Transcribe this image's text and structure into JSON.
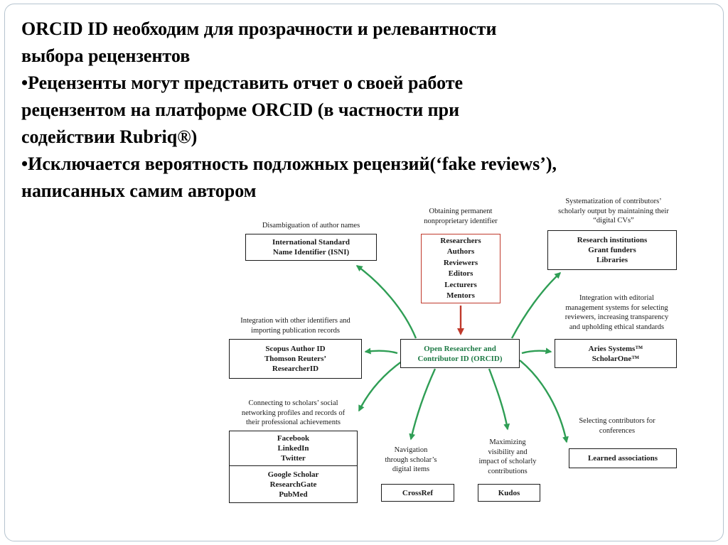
{
  "slide": {
    "title_text": "ORCID ID необходим для прозрачности и релевантности\nвыбора рецензентов\n•Рецензенты могут представить отчет о своей работе\nрецензентом на платформе ORCID (в частности при\nсодействии Rubriq®)\n•Исключается вероятность подложных рецензий(‘fake reviews’),\nнаписанных самим автором"
  },
  "diagram": {
    "center": {
      "text": "Open Researcher and\nContributor ID (ORCID)"
    },
    "isni": {
      "caption": "Disambiguation of author names",
      "text": "International Standard\nName Identifier (ISNI)"
    },
    "stakeholders": {
      "caption": "Obtaining permanent\nnonproprietary identifier",
      "text": "Researchers\nAuthors\nReviewers\nEditors\nLecturers\nMentors"
    },
    "institutions": {
      "caption": "Systematization of contributors’\nscholarly output by maintaining their\n“digital CVs”",
      "text": "Research institutions\nGrant funders\nLibraries"
    },
    "identifiers": {
      "caption": "Integration with other identifiers and\nimporting publication records",
      "text": "Scopus Author ID\nThomson Reuters’\nResearcherID"
    },
    "aries": {
      "caption": "Integration with  editorial\nmanagement systems for selecting\nreviewers, increasing transparency\nand upholding ethical standards",
      "text": "Aries Systems™\nScholarOne™"
    },
    "social": {
      "caption": "Connecting to scholars’ social\nnetworking profiles and records of\ntheir professional achievements",
      "text_top": "Facebook\nLinkedIn\nTwitter",
      "text_bottom": "Google Scholar\nResearchGate\nPubMed"
    },
    "crossref": {
      "caption": "Navigation\nthrough scholar’s\ndigital items",
      "text": "CrossRef"
    },
    "kudos": {
      "caption": "Maximizing\nvisibility and\nimpact of scholarly\ncontributions",
      "text": "Kudos"
    },
    "learned": {
      "caption": "Selecting contributors for\nconferences",
      "text": "Learned associations"
    },
    "colors": {
      "arrow_green": "#2f9e55",
      "stakeholder_red": "#c0392b",
      "center_text_green": "#1e7a45",
      "box_border": "#1a1a1a",
      "slide_frame": "#b6c4cf"
    }
  }
}
